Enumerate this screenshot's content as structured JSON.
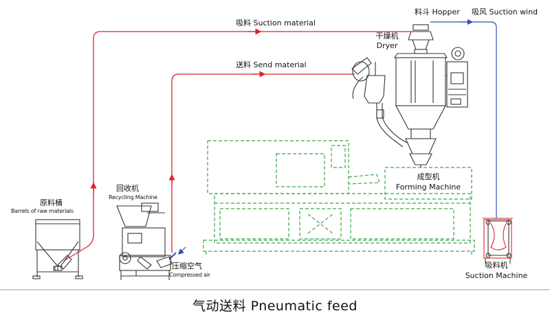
{
  "caption": "气动送料 Pneumatic feed",
  "labels": {
    "suction_material": "吸料 Suction material",
    "send_material": "送料 Send material",
    "hopper": "料斗 Hopper",
    "suction_wind": "吸风 Suction wind",
    "dryer_cn": "干燥机",
    "dryer_en": "Dryer",
    "forming_cn": "成型机",
    "forming_en": "Forming Machine",
    "recycling_cn": "回收机",
    "recycling_en": "Recycling Machine",
    "barrels_cn": "原料桶",
    "barrels_en": "Barrels of raw materials",
    "compressed_cn": "压缩空气",
    "compressed_en": "Compressed air",
    "suction_machine_cn": "吸料机",
    "suction_machine_en": "Suction Machine"
  },
  "colors": {
    "material_line": "#e0202a",
    "wind_line": "#2a4fb0",
    "forming_outline": "#3aa84a",
    "equipment": "#333333"
  }
}
